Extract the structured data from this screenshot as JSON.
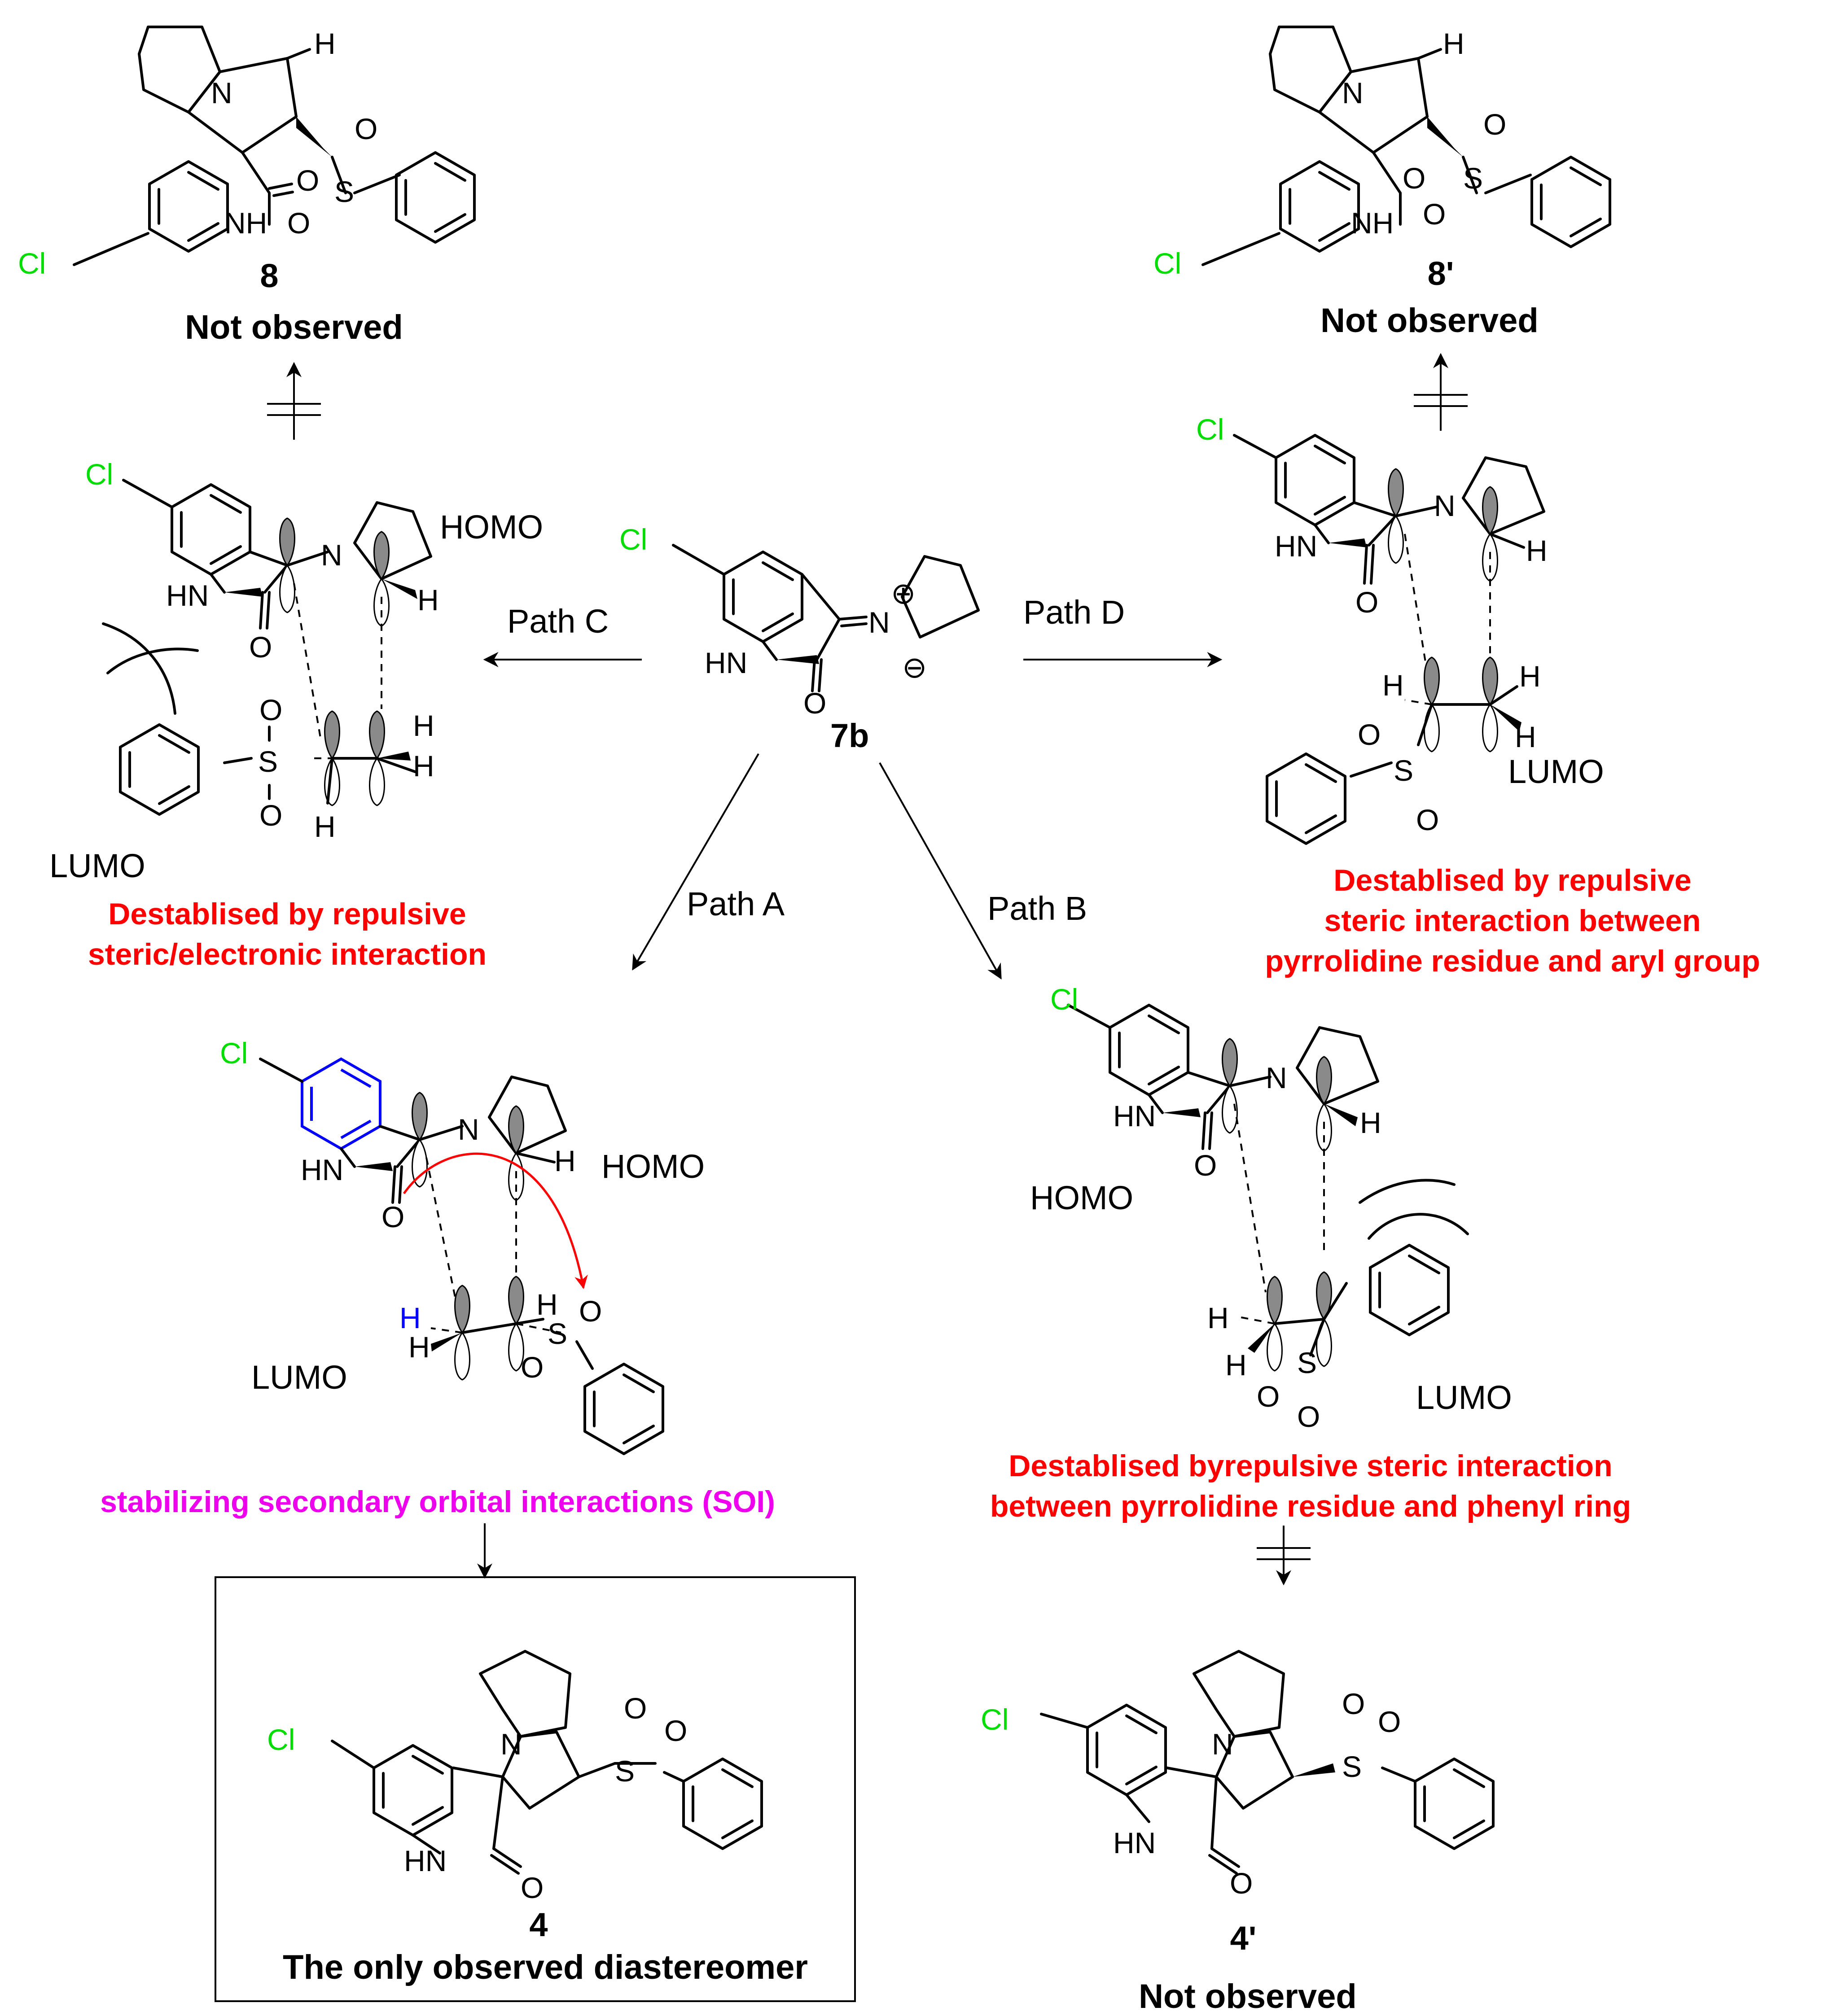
{
  "atoms": {
    "cl": "Cl",
    "n": "N",
    "h": "H",
    "o": "O",
    "s": "S",
    "hn": "HN",
    "nh": "NH",
    "plus": "⊕",
    "minus": "⊖"
  },
  "orbitals": {
    "homo": "HOMO",
    "lumo": "LUMO"
  },
  "paths": {
    "a": "Path A",
    "b": "Path B",
    "c": "Path C",
    "d": "Path D"
  },
  "compounds": {
    "c8": {
      "number": "8",
      "status": "Not observed"
    },
    "c8p": {
      "number": "8'",
      "status": "Not observed"
    },
    "c7b": {
      "number": "7b"
    },
    "c4": {
      "number": "4",
      "status": "The only observed diastereomer"
    },
    "c4p": {
      "number": "4'",
      "status": "Not observed"
    }
  },
  "notes": {
    "path_c": [
      "Destablised by repulsive",
      "steric/electronic interaction"
    ],
    "path_d": [
      "Destablised by repulsive",
      "steric interaction between",
      "pyrrolidine residue and aryl group"
    ],
    "path_a": "stabilizing secondary orbital interactions (SOI)",
    "path_b": [
      "Destablised byrepulsive steric interaction",
      "between pyrrolidine residue and phenyl ring"
    ]
  },
  "colors": {
    "chlorine": "#00dd00",
    "note": "#ff0000",
    "soi": "#ee00ee",
    "highlight": "#0000ff",
    "curved_arrow": "#ff0000"
  }
}
